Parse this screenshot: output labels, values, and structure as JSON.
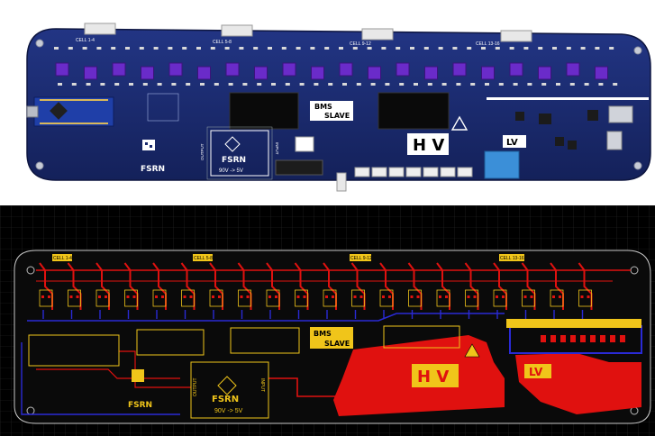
{
  "top_render": {
    "board_color": "#1a2a6e",
    "chip_color": "#6a2bc9",
    "connector_labels": [
      "CELL 1-4",
      "CELL 5-8",
      "CELL 9-12",
      "CELL 13-16"
    ],
    "bms_label_line1": "BMS",
    "bms_label_line2": "SLAVE",
    "hv_label": "H V",
    "lv_label": "LV",
    "logo_text": "FSRN",
    "voltage_text": "90V -> 5V",
    "input_label": "INPUT",
    "output_label": "OUTPUT",
    "chip_count": 20
  },
  "layout_view": {
    "background": "#000000",
    "copper_color": "#e0110f",
    "bottom_copper_color": "#2a2ad6",
    "silk_color": "#f0c51a",
    "connector_labels": [
      "CELL 1-4",
      "CELL 5-8",
      "CELL 9-12",
      "CELL 13-16"
    ],
    "bms_label_line1": "BMS",
    "bms_label_line2": "SLAVE",
    "hv_label": "H V",
    "lv_label": "LV",
    "logo_text": "FSRN",
    "voltage_text": "90V -> 5V",
    "input_label": "INPUT",
    "output_label": "OUTPUT"
  }
}
